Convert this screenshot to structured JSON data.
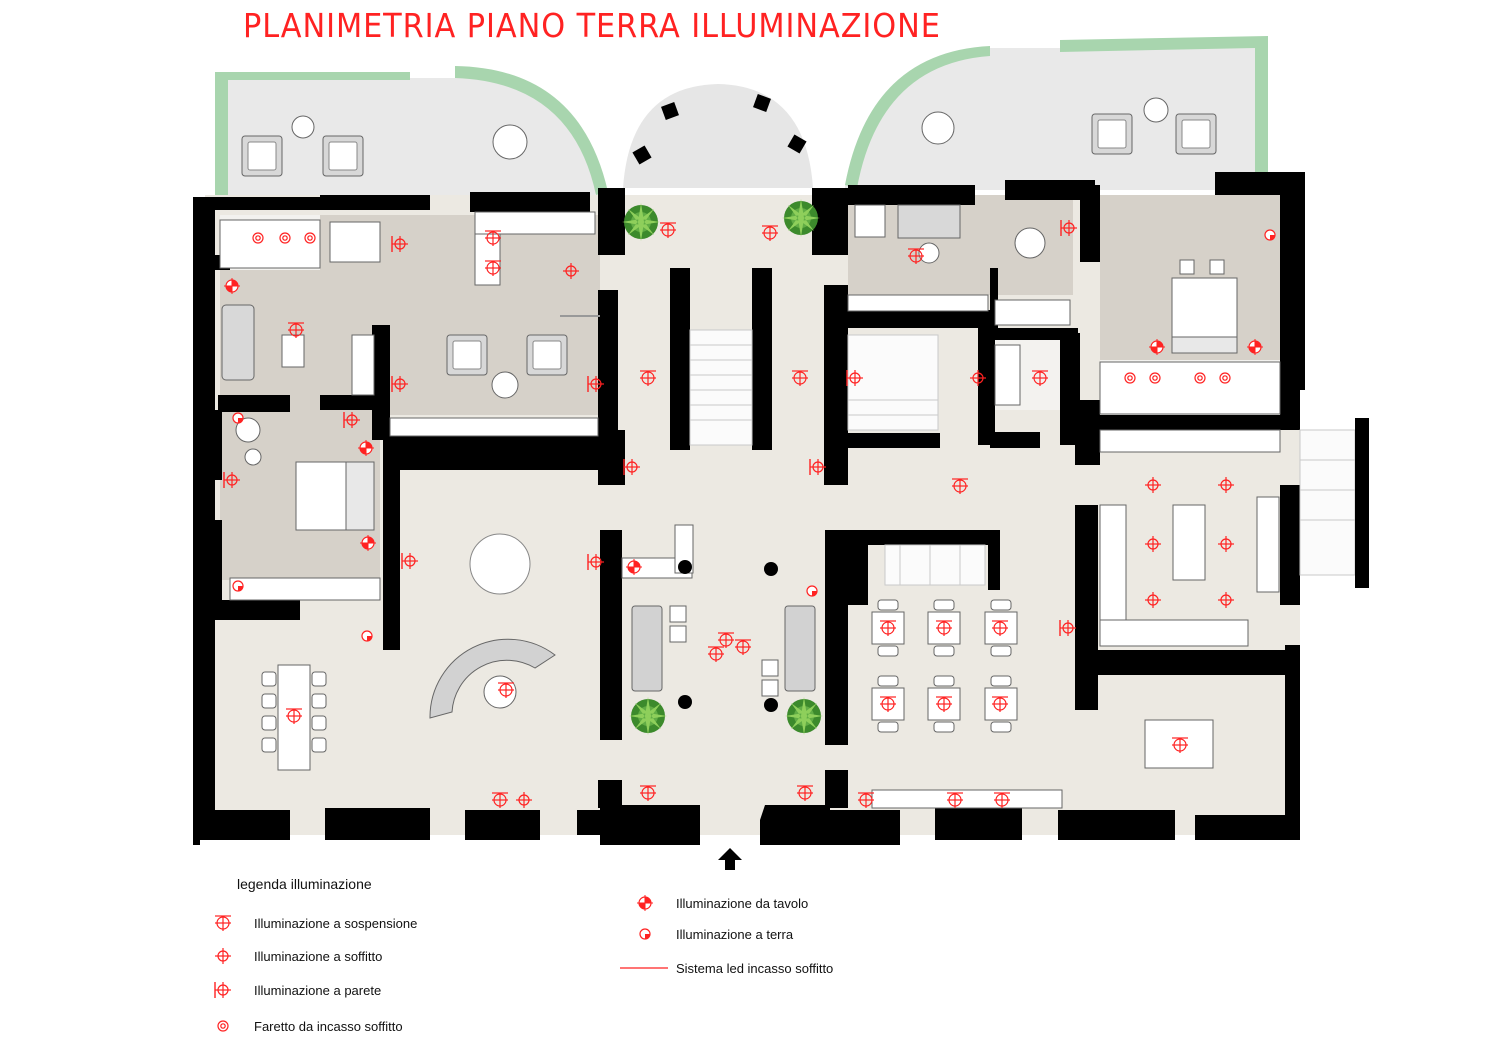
{
  "title": "PLANIMETRIA PIANO TERRA  ILLUMINAZIONE",
  "legend": {
    "title": "legenda illuminazione",
    "items": [
      {
        "symbol": "pendant-light-icon",
        "label": "Illuminazione a sospensione"
      },
      {
        "symbol": "ceiling-light-icon",
        "label": "Illuminazione a soffitto"
      },
      {
        "symbol": "wall-light-icon",
        "label": "Illuminazione a parete"
      },
      {
        "symbol": "recessed-spotlight-icon",
        "label": "Faretto da incasso soffitto"
      },
      {
        "symbol": "table-lamp-icon",
        "label": "Illuminazione da tavolo"
      },
      {
        "symbol": "floor-lamp-icon",
        "label": "Illuminazione a terra"
      },
      {
        "symbol": "led-strip-line",
        "label": "Sistema led incasso soffitto"
      }
    ]
  },
  "colors": {
    "wall": "#000000",
    "floor_common": "#ece9e2",
    "floor_room": "#d6d1c9",
    "terrace": "#e9e9e9",
    "terrace_edge": "#a8d5ae",
    "light_symbol": "#ff2222",
    "plant": "#3c8a2c"
  }
}
